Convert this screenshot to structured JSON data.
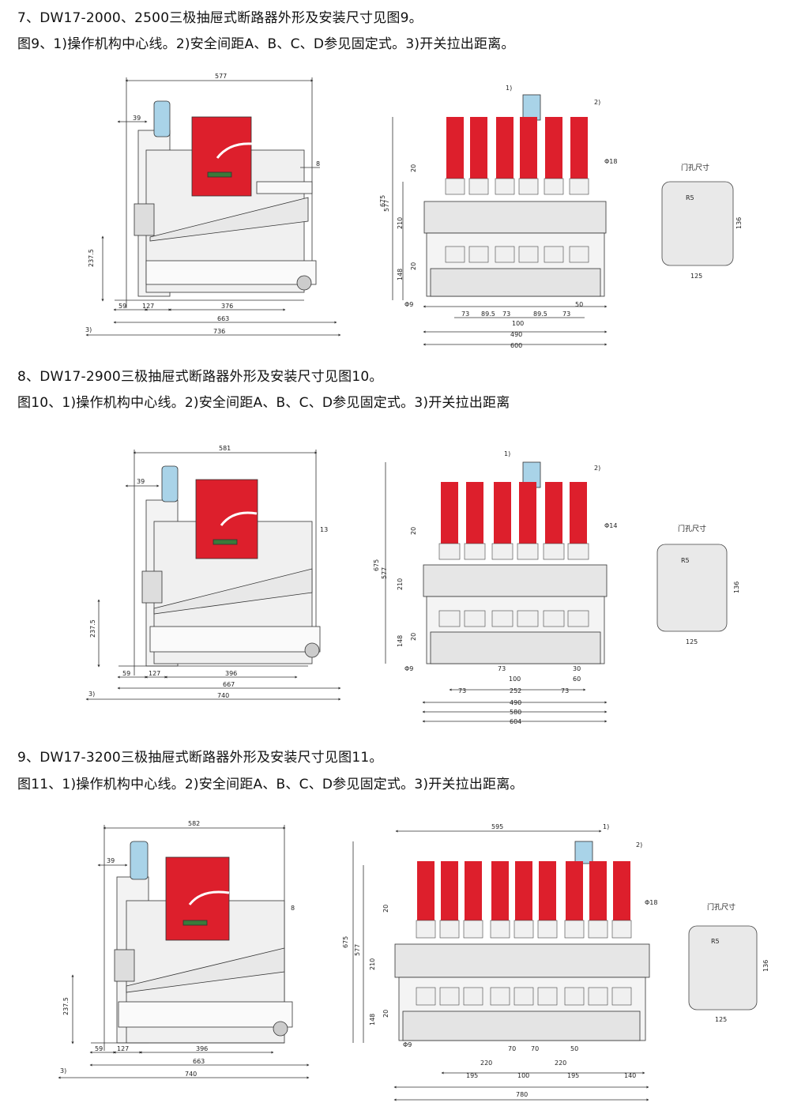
{
  "colors": {
    "red": "#dd1f2c",
    "blue": "#a9d3e8",
    "gray": "#e4e4e4",
    "line": "#333333"
  },
  "sections": [
    {
      "title": "7、DW17-2000、2500三极抽屉式断路器外形及安装尺寸见图9。",
      "caption": "图9、1)操作机构中心线。2)安全间距A、B、C、D参见固定式。3)开关拉出距离。",
      "side": {
        "w_total": "577",
        "w_left": "39",
        "w_right": "8",
        "h_a": "237.5",
        "b1": "59",
        "b2": "127",
        "b3": "376",
        "b4": "663",
        "b5": "736",
        "note": "3)"
      },
      "front": {
        "n1": "1)",
        "n2": "2)",
        "phi": "Φ18",
        "phi2": "Φ9",
        "h1": "675",
        "h2": "577",
        "h3": "210",
        "h4": "148",
        "v20a": "20",
        "v20b": "20",
        "dims": [
          "73",
          "89.5",
          "73",
          "89.5",
          "73"
        ],
        "d100": "100",
        "d50": "50",
        "d490": "490",
        "d600": "600"
      },
      "door": {
        "label": "门孔尺寸",
        "r": "R5",
        "h": "136",
        "w": "125"
      }
    },
    {
      "title": "8、DW17-2900三极抽屉式断路器外形及安装尺寸见图10。",
      "caption": "图10、1)操作机构中心线。2)安全间距A、B、C、D参见固定式。3)开关拉出距离",
      "side": {
        "w_total": "581",
        "w_left": "39",
        "w_right": "13",
        "h_a": "237.5",
        "b1": "59",
        "b2": "127",
        "b3": "396",
        "b4": "667",
        "b5": "740",
        "note": "3)"
      },
      "front": {
        "n1": "1)",
        "n2": "2)",
        "phi": "Φ14",
        "phi2": "Φ9",
        "h1": "675",
        "h2": "577",
        "h3": "210",
        "h4": "148",
        "v20a": "20",
        "v20b": "20",
        "d73a": "73",
        "d100": "100",
        "d30": "30",
        "d60": "60",
        "d73l": "73",
        "d252": "252",
        "d73r": "73",
        "d490": "490",
        "d580": "580",
        "d604": "604"
      },
      "door": {
        "label": "门孔尺寸",
        "r": "R5",
        "h": "136",
        "w": "125"
      }
    },
    {
      "title": "9、DW17-3200三极抽屉式断路器外形及安装尺寸见图11。",
      "caption": "图11、1)操作机构中心线。2)安全间距A、B、C、D参见固定式。3)开关拉出距离。",
      "side": {
        "w_total": "582",
        "w_left": "39",
        "w_right": "8",
        "h_a": "237.5",
        "b1": "59",
        "b2": "127",
        "b3": "396",
        "b4": "663",
        "b5": "740",
        "note": "3)"
      },
      "front": {
        "n1": "1)",
        "n2": "2)",
        "phi": "Φ18",
        "phi2": "Φ9",
        "h1": "675",
        "h2": "577",
        "h3": "210",
        "h4": "148",
        "v20a": "20",
        "v20b": "20",
        "top": "595",
        "d70a": "70",
        "d70b": "70",
        "d50": "50",
        "d220a": "220",
        "d220b": "220",
        "d195a": "195",
        "d100": "100",
        "d195b": "195",
        "d140": "140",
        "d780": "780"
      },
      "door": {
        "label": "门孔尺寸",
        "r": "R5",
        "h": "136",
        "w": "125"
      }
    }
  ]
}
